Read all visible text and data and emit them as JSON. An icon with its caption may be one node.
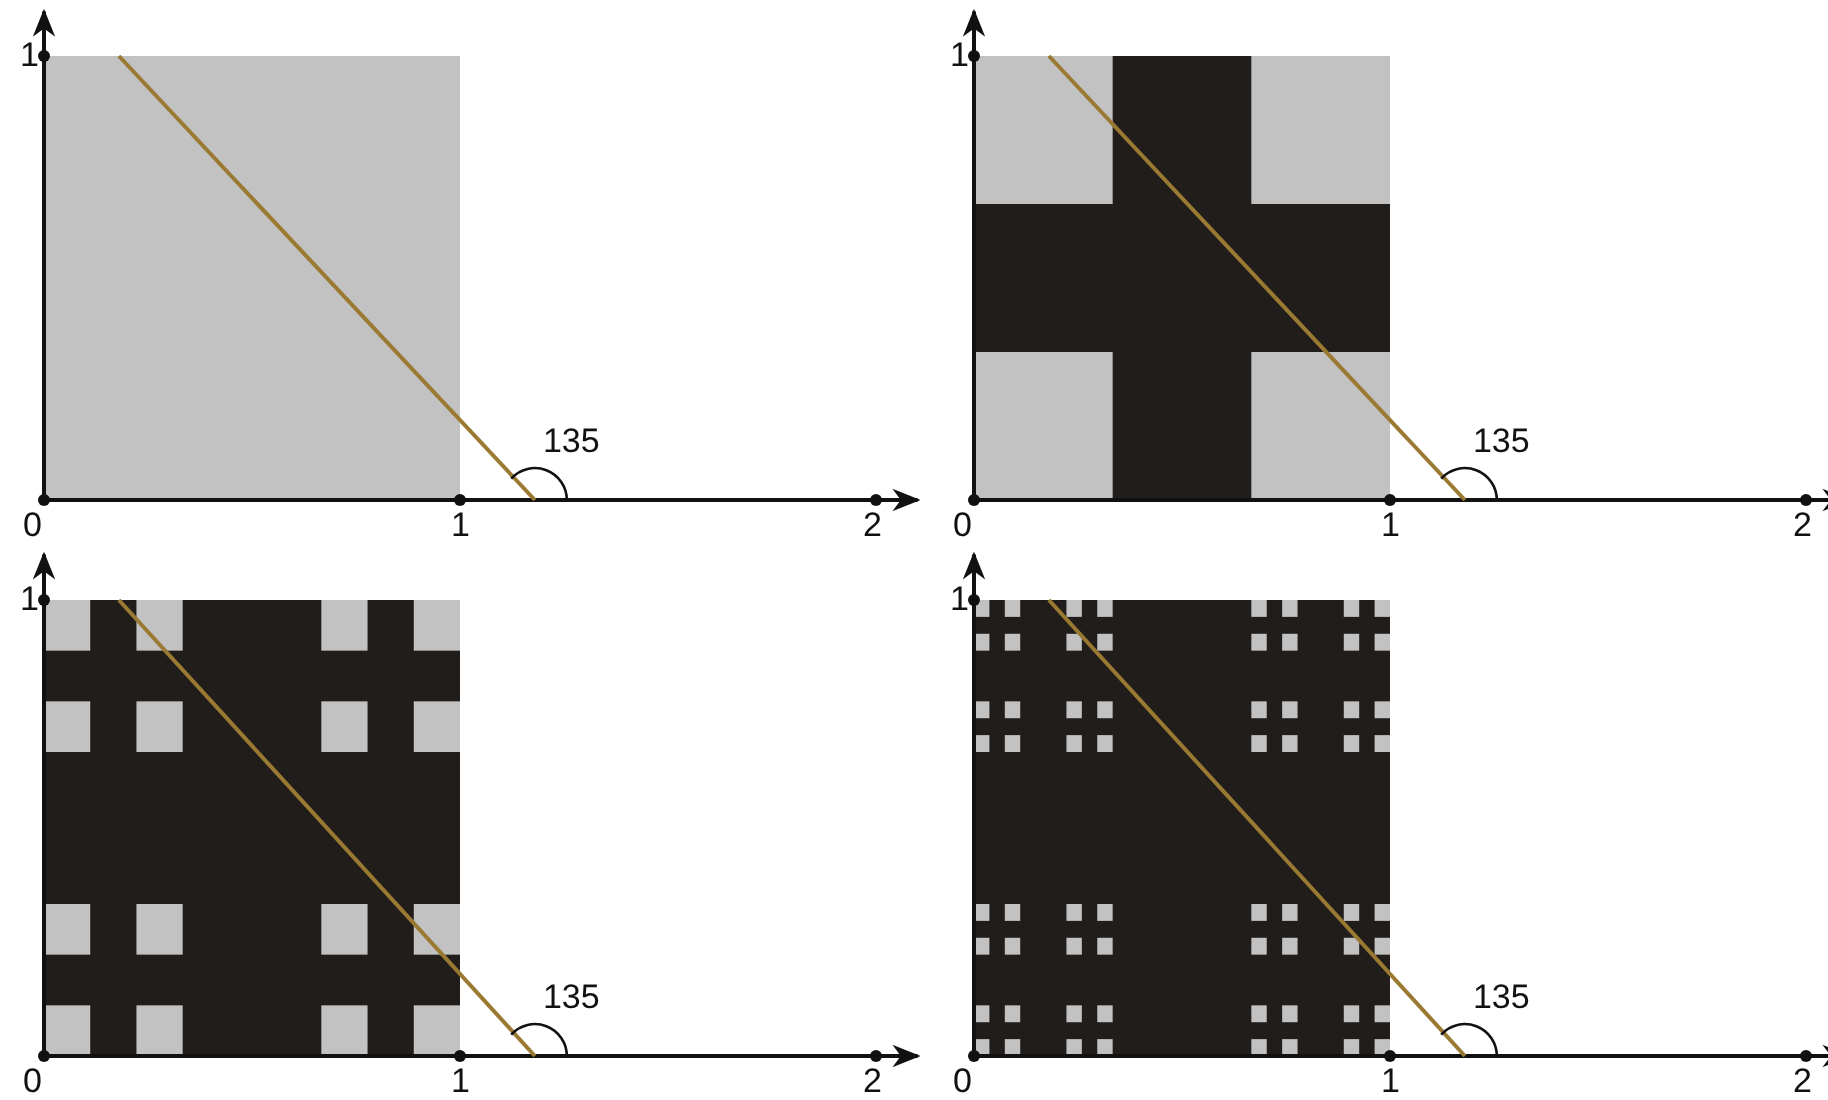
{
  "diagram": {
    "labels": [
      "1",
      "135",
      "0",
      "1",
      "2",
      "1",
      "135",
      "0",
      "1",
      "2",
      "1",
      "135",
      "0",
      "1",
      "2",
      "1",
      "135",
      "0",
      "1",
      "2"
    ]
  }
}
